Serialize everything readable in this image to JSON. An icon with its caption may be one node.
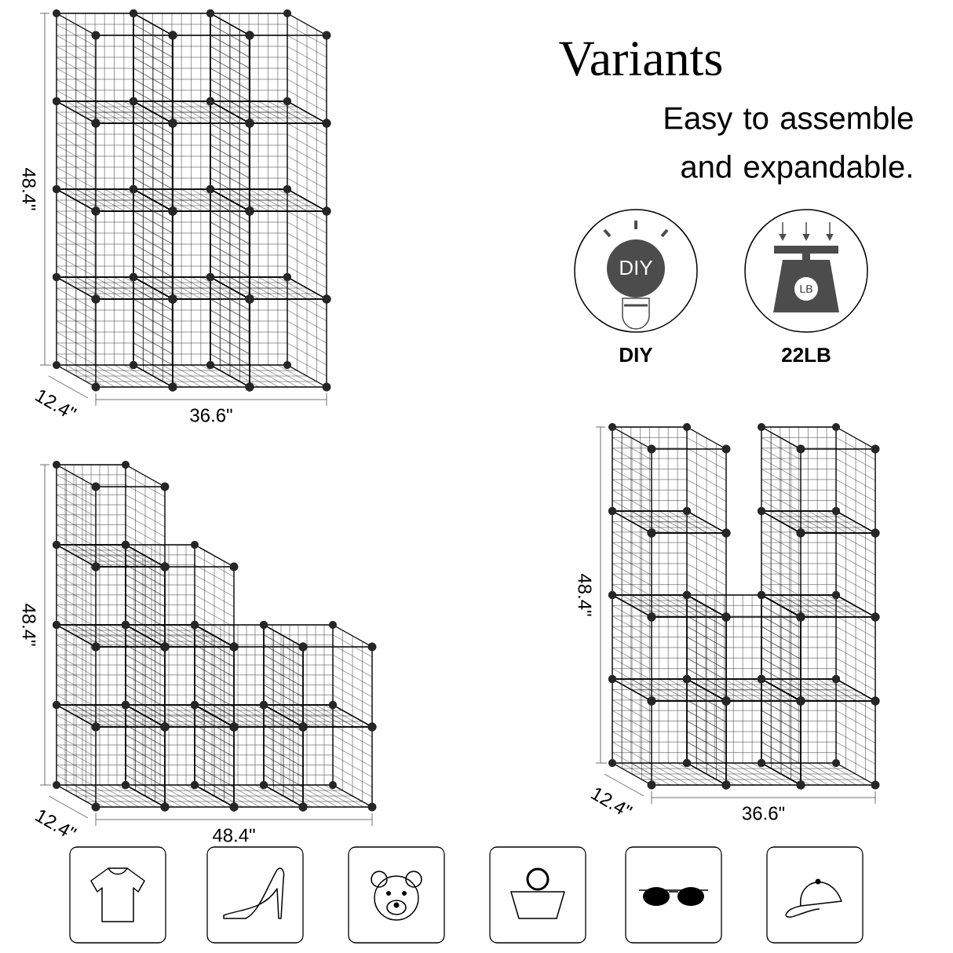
{
  "diagram": {
    "title": "Variants",
    "labels": [
      "Easy to assemble and expandable.",
      "48.4\"",
      "12.4\"",
      "36.6\"",
      "DIY",
      "LB",
      "DIY",
      "22LB",
      "48.4\"",
      "12.4\"",
      "48.4\"",
      "48.4\"",
      "12.4\"",
      "36.6\""
    ]
  }
}
